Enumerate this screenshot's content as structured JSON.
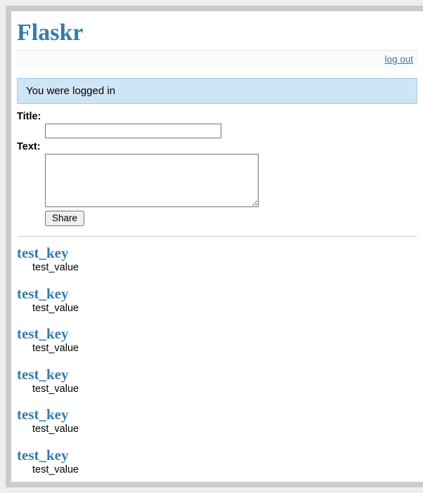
{
  "site": {
    "title": "Flaskr"
  },
  "nav": {
    "logout_label": "log out"
  },
  "flash": {
    "message": "You were logged in"
  },
  "add_entry": {
    "title_label": "Title:",
    "title_value": "",
    "title_placeholder": "",
    "text_label": "Text:",
    "text_value": "",
    "text_placeholder": "",
    "share_label": "Share"
  },
  "entries": [
    {
      "title": "test_key",
      "body": "test_value"
    },
    {
      "title": "test_key",
      "body": "test_value"
    },
    {
      "title": "test_key",
      "body": "test_value"
    },
    {
      "title": "test_key",
      "body": "test_value"
    },
    {
      "title": "test_key",
      "body": "test_value"
    },
    {
      "title": "test_key",
      "body": "test_value"
    }
  ],
  "colors": {
    "accent": "#377ba8",
    "flash_bg": "#cee5f5",
    "flash_border": "#aacbe2",
    "page_bg": "#eeeeee",
    "frame_border": "#cccccc",
    "nav_bg": "#fafafa"
  }
}
